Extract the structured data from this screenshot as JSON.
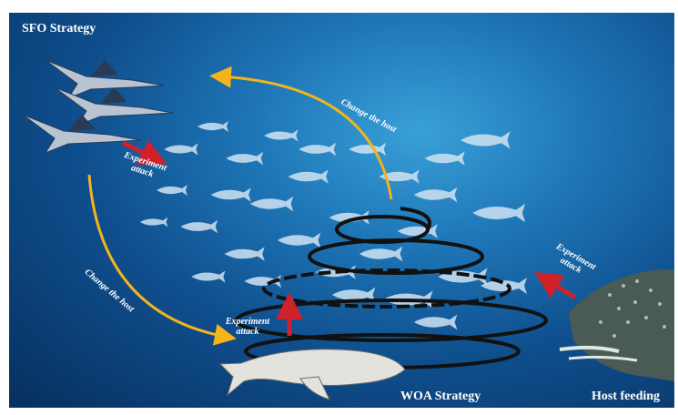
{
  "labels": {
    "sfo_strategy": "SFO Strategy",
    "woa_strategy": "WOA Strategy",
    "host_feeding": "Host feeding",
    "change_host_top": "Change the host",
    "change_host_left": "Change the host",
    "experiment_attack_sfo": "Experiment attack",
    "experiment_attack_center": "Experiment attack",
    "experiment_attack_right": "Experiment attack"
  },
  "colors": {
    "yellow_arrow": "#f4b41a",
    "red_arrow": "#d0202a",
    "spiral": "#111111",
    "ocean_deep": "#07305e",
    "ocean_light": "#3aa0d8"
  },
  "icons": [
    "sailfish-icon",
    "whale-icon",
    "whale-shark-icon",
    "fish-school-icon"
  ]
}
